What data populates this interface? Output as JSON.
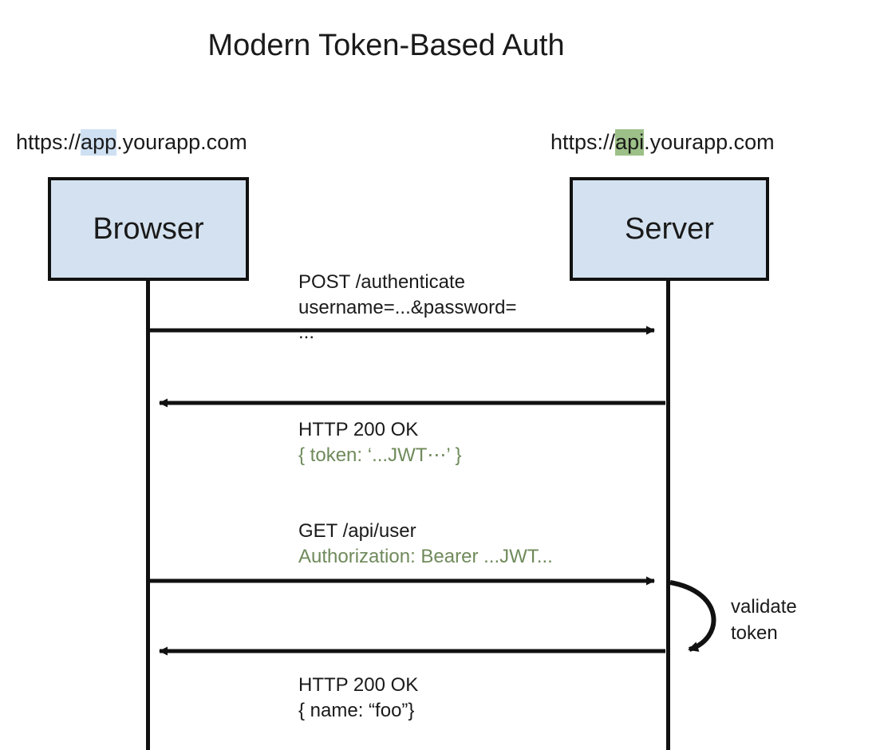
{
  "diagram": {
    "title": "Modern Token-Based Auth",
    "type": "sequence-diagram",
    "colors": {
      "participant_fill": "#d4e1f0",
      "participant_border": "#111111",
      "line": "#111111",
      "text": "#1a1a1a",
      "secondary_text": "#6f8a5b",
      "highlight_blue": "#cfe0f3",
      "highlight_green": "#9cc087",
      "background": "#ffffff"
    }
  },
  "participants": [
    {
      "id": "browser",
      "name": "Browser",
      "url_prefix": "https://",
      "url_highlight": "app",
      "url_suffix": ".yourapp.com",
      "highlight_color": "#cfe0f3"
    },
    {
      "id": "server",
      "name": "Server",
      "url_prefix": "https://",
      "url_highlight": "api",
      "url_suffix": ".yourapp.com",
      "highlight_color": "#9cc087"
    }
  ],
  "messages": [
    {
      "id": "msg1",
      "from": "browser",
      "to": "server",
      "direction": "right",
      "lines": [
        {
          "text": "POST /authenticate",
          "style": "primary"
        },
        {
          "text": "username=...&password=",
          "style": "primary"
        },
        {
          "text": "...",
          "style": "primary"
        }
      ]
    },
    {
      "id": "msg2",
      "from": "server",
      "to": "browser",
      "direction": "left",
      "lines": [
        {
          "text": "HTTP 200 OK",
          "style": "primary"
        },
        {
          "text": "{ token: ‘...JWT⋯’ }",
          "style": "secondary"
        }
      ]
    },
    {
      "id": "msg3",
      "from": "browser",
      "to": "server",
      "direction": "right",
      "lines": [
        {
          "text": "GET /api/user",
          "style": "primary"
        },
        {
          "text": "Authorization: Bearer ...JWT...",
          "style": "secondary"
        }
      ]
    },
    {
      "id": "msg4",
      "from": "server",
      "to": "browser",
      "direction": "left",
      "lines": [
        {
          "text": "HTTP 200 OK",
          "style": "primary"
        },
        {
          "text": "{ name: “foo”}",
          "style": "primary"
        }
      ]
    }
  ],
  "self_call": {
    "id": "selfcall1",
    "on": "server",
    "lines": [
      "validate",
      "token"
    ]
  }
}
